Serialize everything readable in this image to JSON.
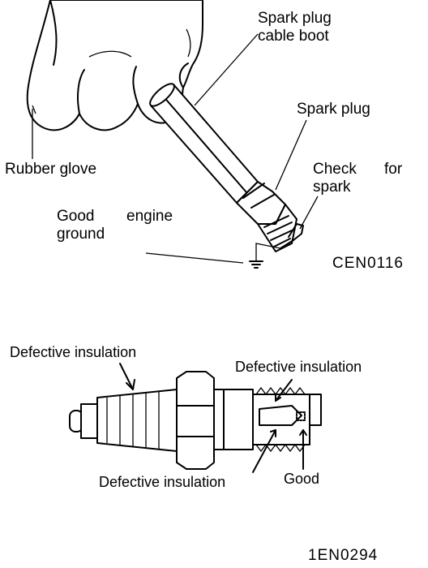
{
  "top_figure": {
    "labels": {
      "cable_boot_line1": "Spark plug",
      "cable_boot_line2": "cable boot",
      "spark_plug": "Spark plug",
      "rubber_glove": "Rubber glove",
      "check_line1": "Check",
      "check_line2": "for",
      "check_line3": "spark",
      "ground_line1": "Good",
      "ground_line2": "engine",
      "ground_line3": "ground"
    },
    "figure_code": "CEN0116"
  },
  "bottom_figure": {
    "labels": {
      "defective_left": "Defective insulation",
      "defective_right": "Defective insulation",
      "defective_bottom": "Defective insulation",
      "good": "Good"
    },
    "figure_code": "1EN0294"
  }
}
